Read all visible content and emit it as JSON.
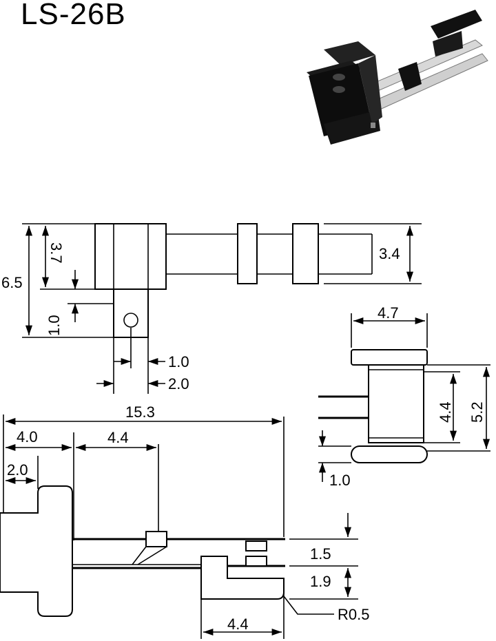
{
  "title": "LS-26B",
  "dimensions": {
    "d_6_5": "6.5",
    "d_3_7": "3.7",
    "d_1_0_v": "1.0",
    "d_3_4": "3.4",
    "d_1_0_h": "1.0",
    "d_2_0_h": "2.0",
    "d_15_3": "15.3",
    "d_4_0": "4.0",
    "d_2_0_top": "2.0",
    "d_4_4_top": "4.4",
    "d_1_5": "1.5",
    "d_1_9": "1.9",
    "d_r0_5": "R0.5",
    "d_4_4_bottom": "4.4",
    "d_4_7": "4.7",
    "d_4_4_side": "4.4",
    "d_5_2": "5.2",
    "d_1_0_side": "1.0"
  }
}
